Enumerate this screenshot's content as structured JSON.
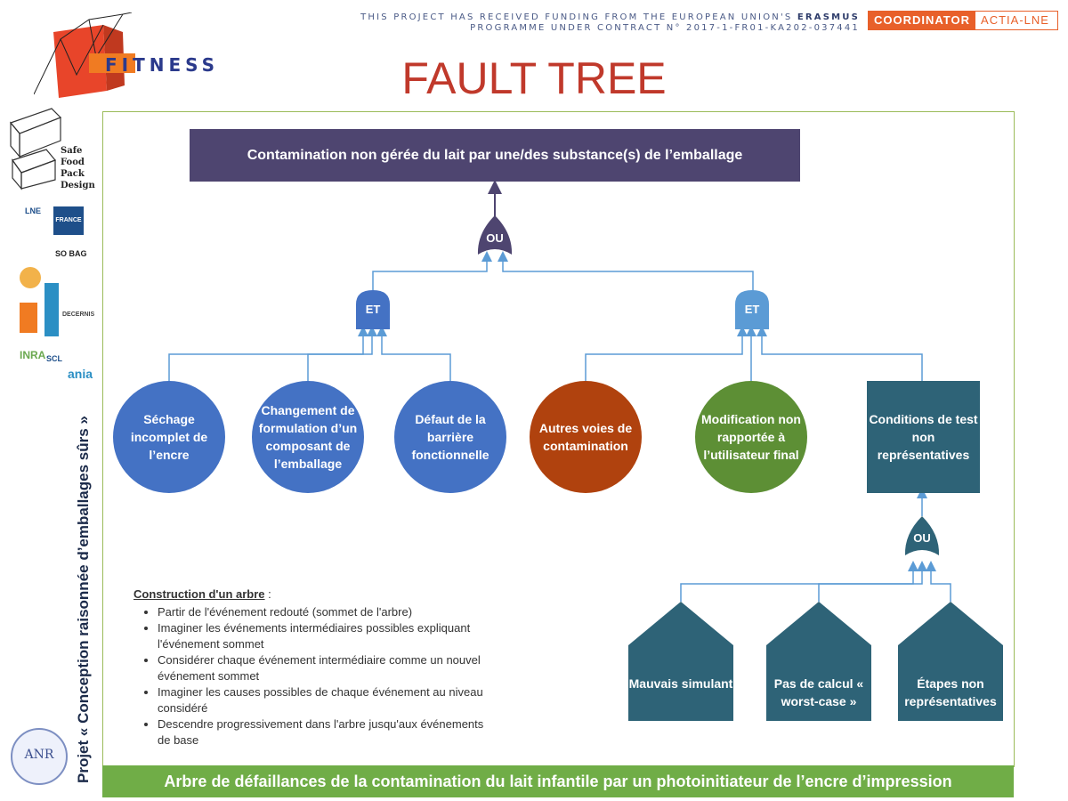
{
  "header": {
    "funding_line1_pre": "THIS PROJECT HAS RECEIVED FUNDING FROM THE EUROPEAN UNION'S ",
    "funding_line1_bold": "ERASMUS",
    "funding_line2": "PROGRAMME UNDER CONTRACT N° 2017-1-FR01-KA202-037441",
    "coordinator_label": "COORDINATOR",
    "coordinator_name": "ACTIA-LNE",
    "logo_text": "FITNESS",
    "title": "FAULT TREE"
  },
  "sidebar": {
    "sfpd_line1": "Safe",
    "sfpd_line2": "Food",
    "sfpd_line3": "Pack",
    "sfpd_line4": "Design",
    "partners": [
      "LNE",
      "FRANCE",
      "SO BAG",
      "DECERNIS",
      "INRA",
      "SCL",
      "ania"
    ],
    "vertical_title": "Projet « Conception raisonnée d’emballages sûrs »",
    "anr_text": "ANR"
  },
  "tree": {
    "top_event": "Contamination non gérée du lait par une/des substance(s) de l’emballage",
    "gate_top": "OU",
    "gate_left": "ET",
    "gate_right": "ET",
    "gate_bottom": "OU",
    "events": [
      {
        "label": "Séchage incomplet de l’encre",
        "color": "#4472c4"
      },
      {
        "label": "Changement de formulation d’un composant de l’emballage",
        "color": "#4472c4"
      },
      {
        "label": "Défaut de la barrière fonctionnelle",
        "color": "#4472c4"
      },
      {
        "label": "Autres voies de contamination",
        "color": "#b0420e"
      },
      {
        "label": "Modification non rapportée à l’utilisateur final",
        "color": "#5d8f35"
      }
    ],
    "condition_box": "Conditions de test non représentatives",
    "basic_events": [
      "Mauvais simulant",
      "Pas de calcul « worst-case »",
      "Étapes non représentatives"
    ],
    "colors": {
      "top": "#4e4570",
      "gate_dark": "#4e4570",
      "gate_blue": "#5b9bd5",
      "teal": "#2e6377",
      "lines": "#5b9bd5"
    }
  },
  "notes": {
    "title": "Construction d'un arbre",
    "items": [
      "Partir de l'événement redouté (sommet de l'arbre)",
      "Imaginer les événements intermédiaires possibles expliquant l'événement sommet",
      "Considérer chaque événement intermédiaire comme un nouvel événement sommet",
      "Imaginer les causes possibles de chaque événement au niveau considéré",
      "Descendre progressivement dans l'arbre jusqu'aux événements de base"
    ]
  },
  "footer": {
    "caption": "Arbre de défaillances de la contamination du lait infantile par un photoinitiateur de l’encre d’impression"
  }
}
